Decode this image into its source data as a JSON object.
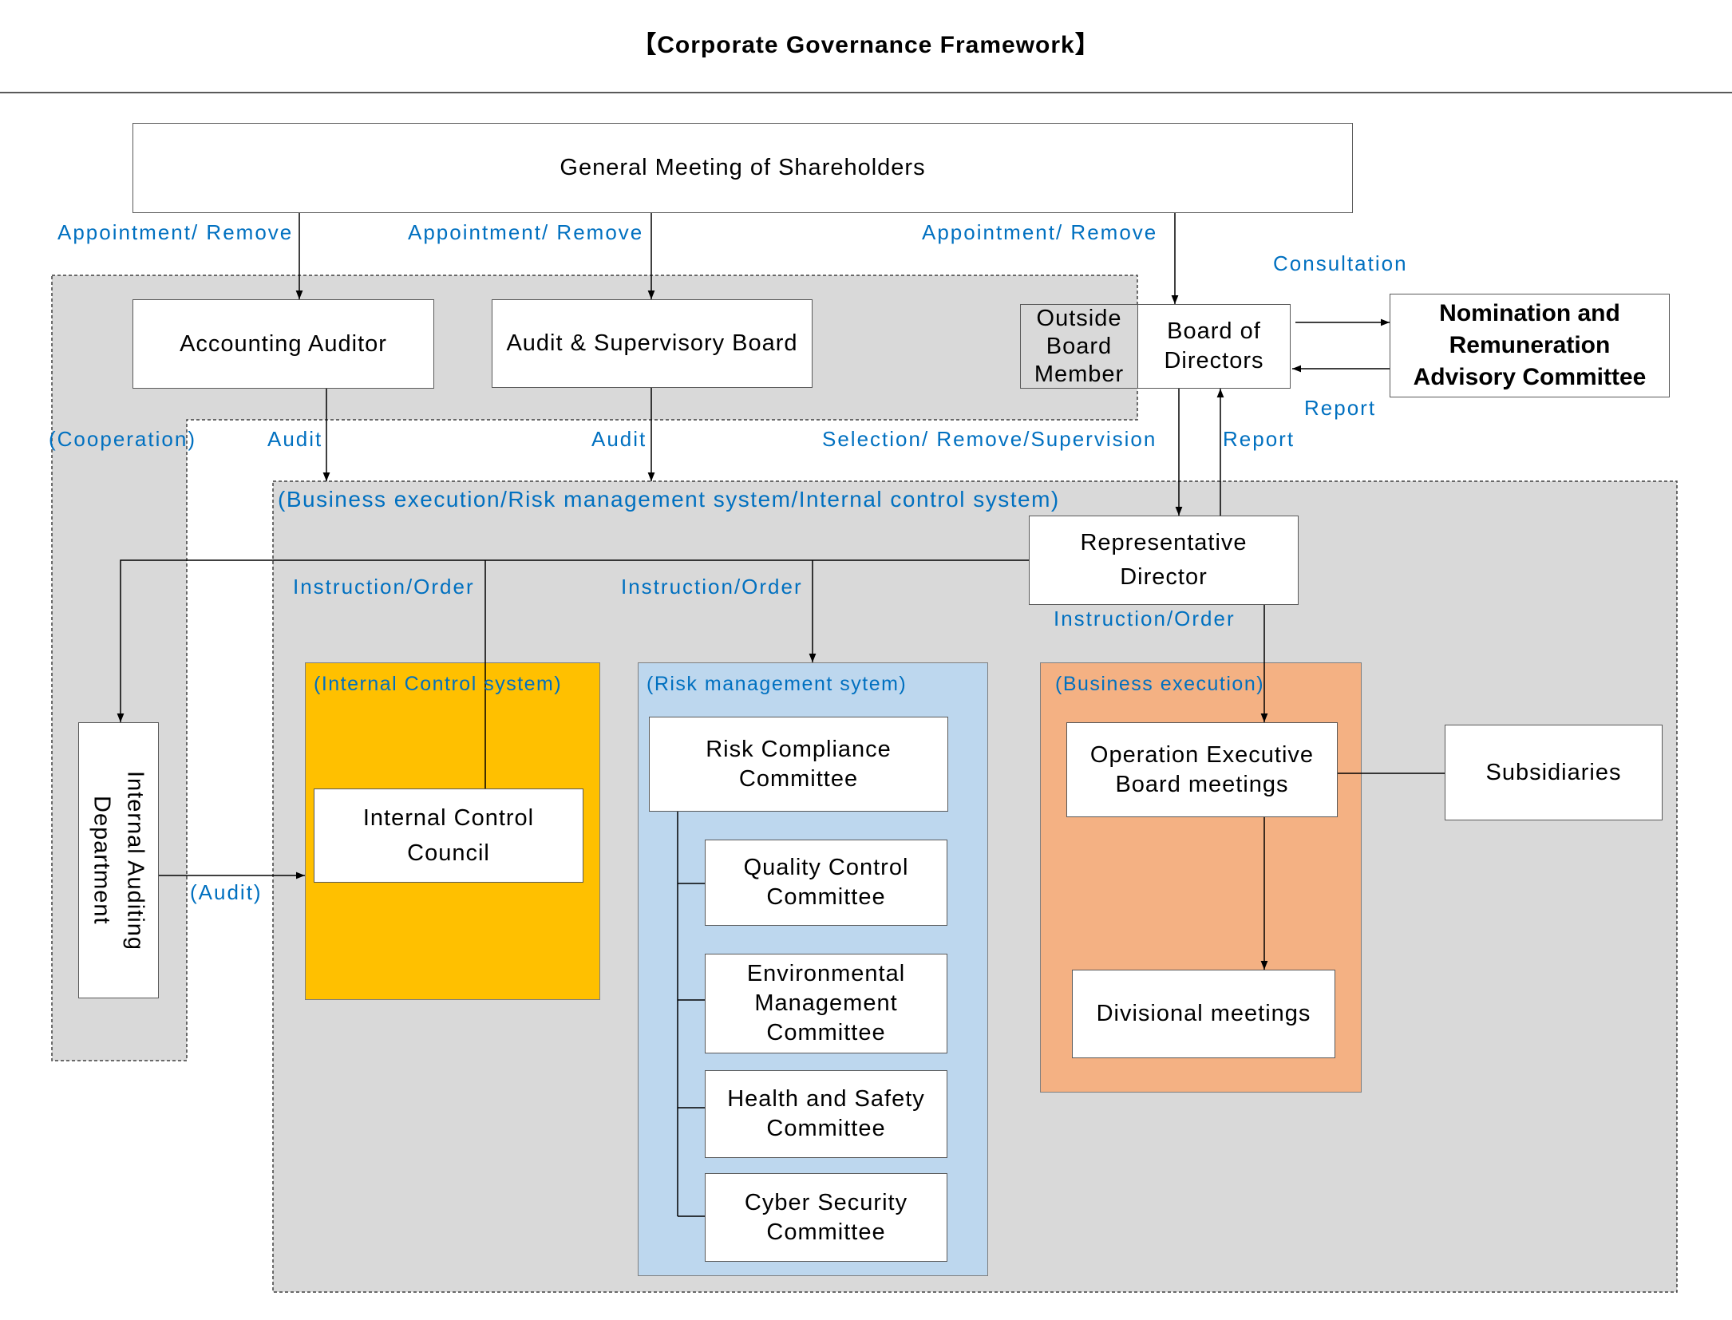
{
  "title": "【Corporate Governance Framework】",
  "colors": {
    "accent_text": "#0070c0",
    "region_gray": "#d9d9d9",
    "internal_control_fill": "#ffc000",
    "risk_management_fill": "#bdd7ee",
    "business_execution_fill": "#f4b183"
  },
  "nodes": {
    "general_meeting": "General Meeting of Shareholders",
    "accounting_auditor": "Accounting Auditor",
    "audit_supervisory_board": "Audit & Supervisory Board",
    "outside_board_member": "Outside\nBoard\nMember",
    "board_of_directors": "Board of\nDirectors",
    "nomination_committee": "Nomination and\nRemuneration\nAdvisory Committee",
    "representative_director": "Representative\nDirector",
    "internal_auditing_department": "Internal Auditing\nDepartment",
    "internal_control_council": "Internal Control\nCouncil",
    "risk_compliance_committee": "Risk Compliance\nCommittee",
    "quality_control_committee": "Quality Control\nCommittee",
    "environmental_management_committee": "Environmental\nManagement\nCommittee",
    "health_safety_committee": "Health and Safety\nCommittee",
    "cyber_security_committee": "Cyber Security\nCommittee",
    "operation_executive_board": "Operation Executive\nBoard meetings",
    "divisional_meetings": "Divisional meetings",
    "subsidiaries": "Subsidiaries"
  },
  "groups": {
    "business_region": "(Business execution/Risk management system/Internal control system)",
    "internal_control_system": "(Internal Control system)",
    "risk_management_system": "(Risk management sytem)",
    "business_execution": "(Business execution)"
  },
  "edge_labels": {
    "appoint_accounting_auditor": "Appointment/ Remove",
    "appoint_audit_board": "Appointment/ Remove",
    "appoint_board": "Appointment/ Remove",
    "consultation": "Consultation",
    "report_from_committee": "Report",
    "cooperation": "(Cooperation)",
    "audit_by_accounting_auditor": "Audit",
    "audit_by_audit_board": "Audit",
    "selection_remove_supervision": "Selection/ Remove/Supervision",
    "report_to_board": "Report",
    "instruction_internal_control": "Instruction/Order",
    "instruction_risk_management": "Instruction/Order",
    "instruction_business_execution": "Instruction/Order",
    "internal_audit": "(Audit)"
  }
}
